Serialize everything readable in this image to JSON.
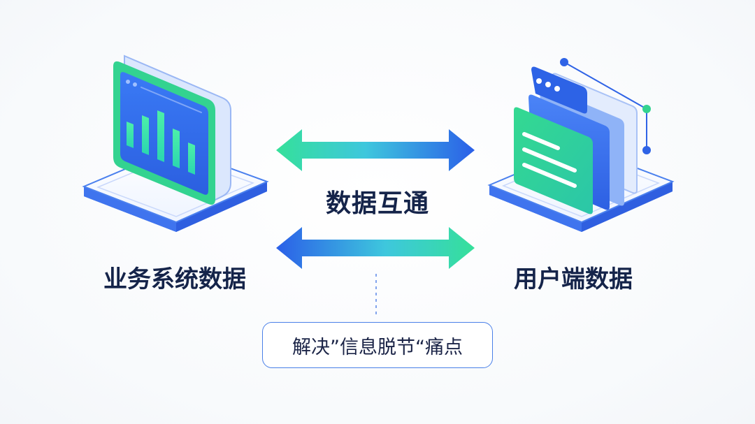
{
  "center_label": "数据互通",
  "left_node": {
    "caption": "业务系统数据",
    "icon": "dashboard-monitor-icon"
  },
  "right_node": {
    "caption": "用户端数据",
    "icon": "stacked-documents-icon"
  },
  "note": "解决”信息脱节“痛点",
  "arrows": [
    "bidirectional-arrow-icon",
    "bidirectional-arrow-icon"
  ],
  "colors": {
    "green": "#31d68c",
    "blue": "#2f6df0",
    "navy_text": "#15244a",
    "outline_blue": "#4a80e8"
  }
}
